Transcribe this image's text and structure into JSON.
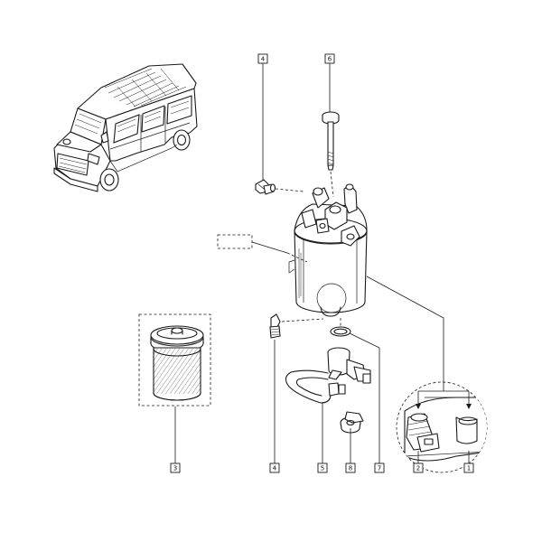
{
  "callouts": {
    "c4_top": "4",
    "c6_top": "6",
    "c3": "3",
    "c4_bottom": "4",
    "c5": "5",
    "c8": "8",
    "c7": "7",
    "c2": "2",
    "c1": "1"
  }
}
